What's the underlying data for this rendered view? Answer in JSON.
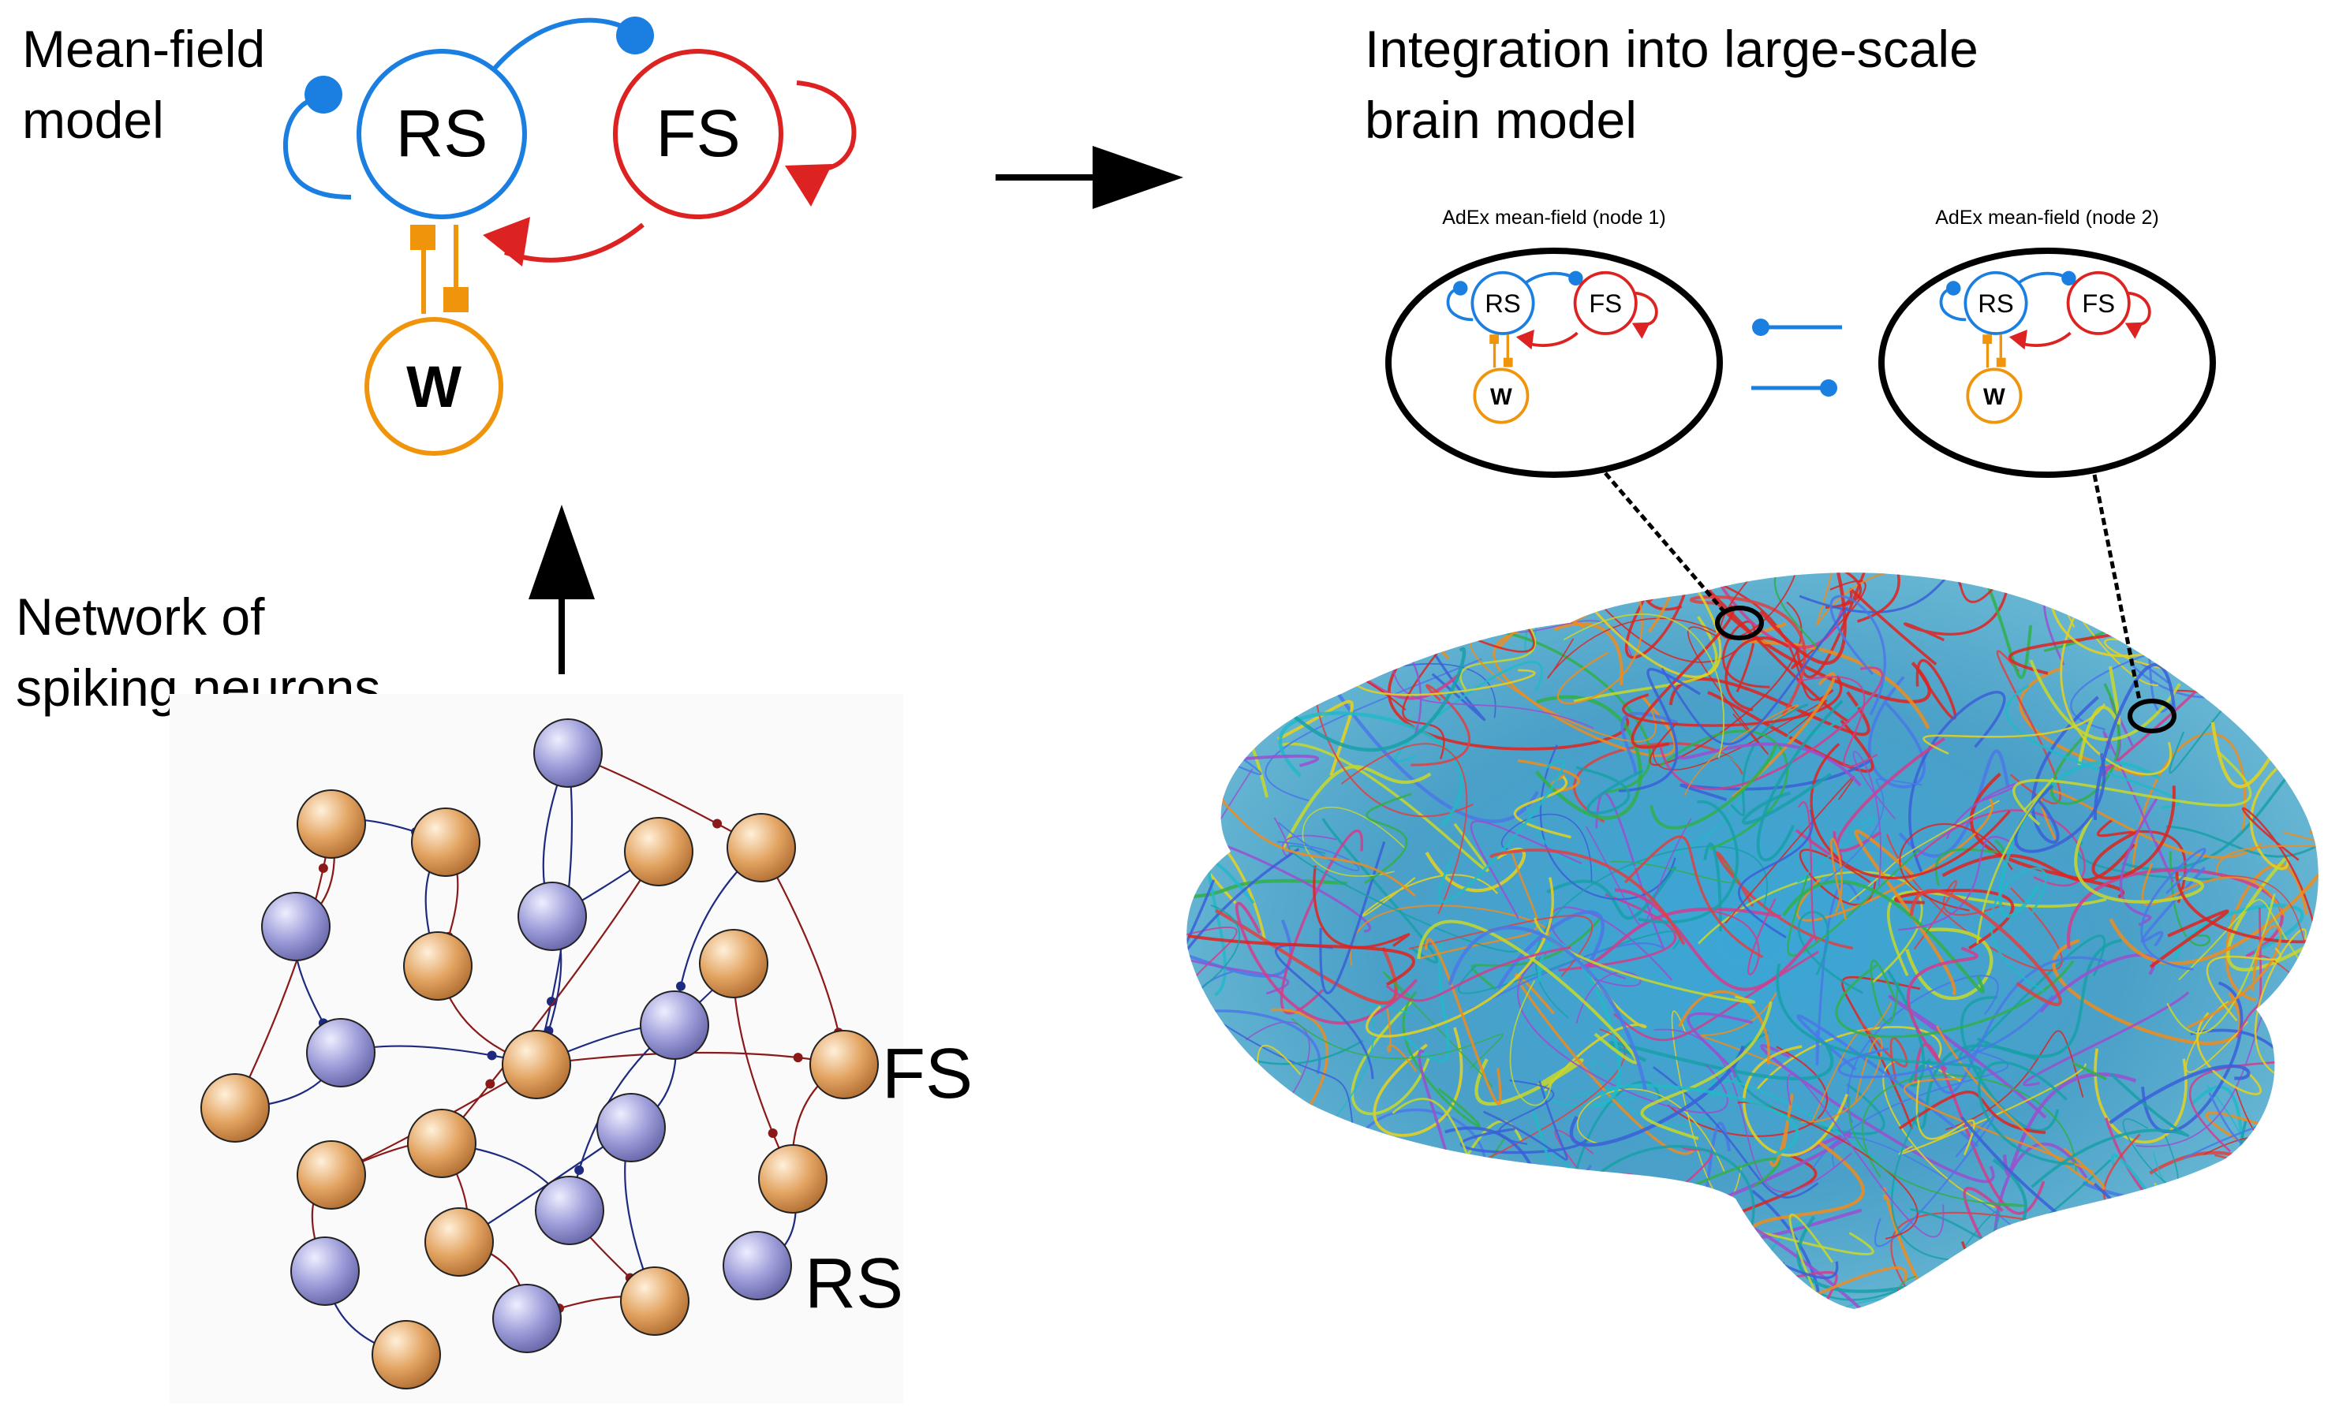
{
  "mean_field_panel": {
    "title_line1": "Mean-field",
    "title_line2": "model",
    "rs_label": "RS",
    "fs_label": "FS",
    "w_label": "W"
  },
  "network_panel": {
    "title_line1": "Network of",
    "title_line2": "spiking neurons",
    "fs_label": "FS",
    "rs_label": "RS"
  },
  "brain_panel": {
    "title_line1": "Integration into large-scale",
    "title_line2": "brain model",
    "node1_title": "AdEx mean-field (node 1)",
    "node2_title": "AdEx mean-field (node 2)",
    "node_rs": "RS",
    "node_fs": "FS",
    "node_w": "W"
  },
  "colors": {
    "rs": "#1a7fe0",
    "fs": "#dd2222",
    "w": "#f0940c",
    "neuron_rs": "#9a9ad8",
    "neuron_fs": "#e0a060",
    "link_rs": "#1e2a80",
    "link_fs": "#8a1a1a"
  }
}
